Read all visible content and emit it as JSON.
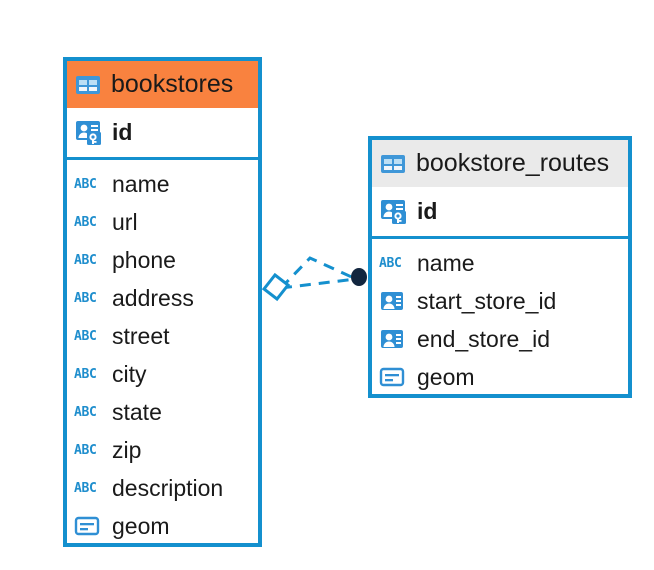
{
  "diagram": {
    "type": "entity-relationship-diagram",
    "background_color": "#ffffff",
    "accent_color": "#1490ce",
    "highlight_color": "#f9823f",
    "neutral_header_color": "#eaeaea"
  },
  "tables": [
    {
      "name": "bookstores",
      "header_style": "orange",
      "primary_keys": [
        {
          "label": "id",
          "icon": "primary-key-icon",
          "type_glyph": "key"
        }
      ],
      "fields": [
        {
          "label": "name",
          "icon": "abc-icon",
          "type_glyph": "ABC"
        },
        {
          "label": "url",
          "icon": "abc-icon",
          "type_glyph": "ABC"
        },
        {
          "label": "phone",
          "icon": "abc-icon",
          "type_glyph": "ABC"
        },
        {
          "label": "address",
          "icon": "abc-icon",
          "type_glyph": "ABC"
        },
        {
          "label": "street",
          "icon": "abc-icon",
          "type_glyph": "ABC"
        },
        {
          "label": "city",
          "icon": "abc-icon",
          "type_glyph": "ABC"
        },
        {
          "label": "state",
          "icon": "abc-icon",
          "type_glyph": "ABC"
        },
        {
          "label": "zip",
          "icon": "abc-icon",
          "type_glyph": "ABC"
        },
        {
          "label": "description",
          "icon": "abc-icon",
          "type_glyph": "ABC"
        },
        {
          "label": "geom",
          "icon": "geometry-icon",
          "type_glyph": "geom"
        }
      ]
    },
    {
      "name": "bookstore_routes",
      "header_style": "gray",
      "primary_keys": [
        {
          "label": "id",
          "icon": "primary-key-icon",
          "type_glyph": "key"
        }
      ],
      "fields": [
        {
          "label": "name",
          "icon": "abc-icon",
          "type_glyph": "ABC"
        },
        {
          "label": "start_store_id",
          "icon": "foreign-key-icon",
          "type_glyph": "fk"
        },
        {
          "label": "end_store_id",
          "icon": "foreign-key-icon",
          "type_glyph": "fk"
        },
        {
          "label": "geom",
          "icon": "geometry-icon",
          "type_glyph": "geom"
        }
      ]
    }
  ],
  "relationship": {
    "style": "dashed",
    "color": "#1490ce",
    "source_endpoint": "diamond",
    "target_endpoint": "filled-circle",
    "target_endpoint_color": "#12263f"
  }
}
